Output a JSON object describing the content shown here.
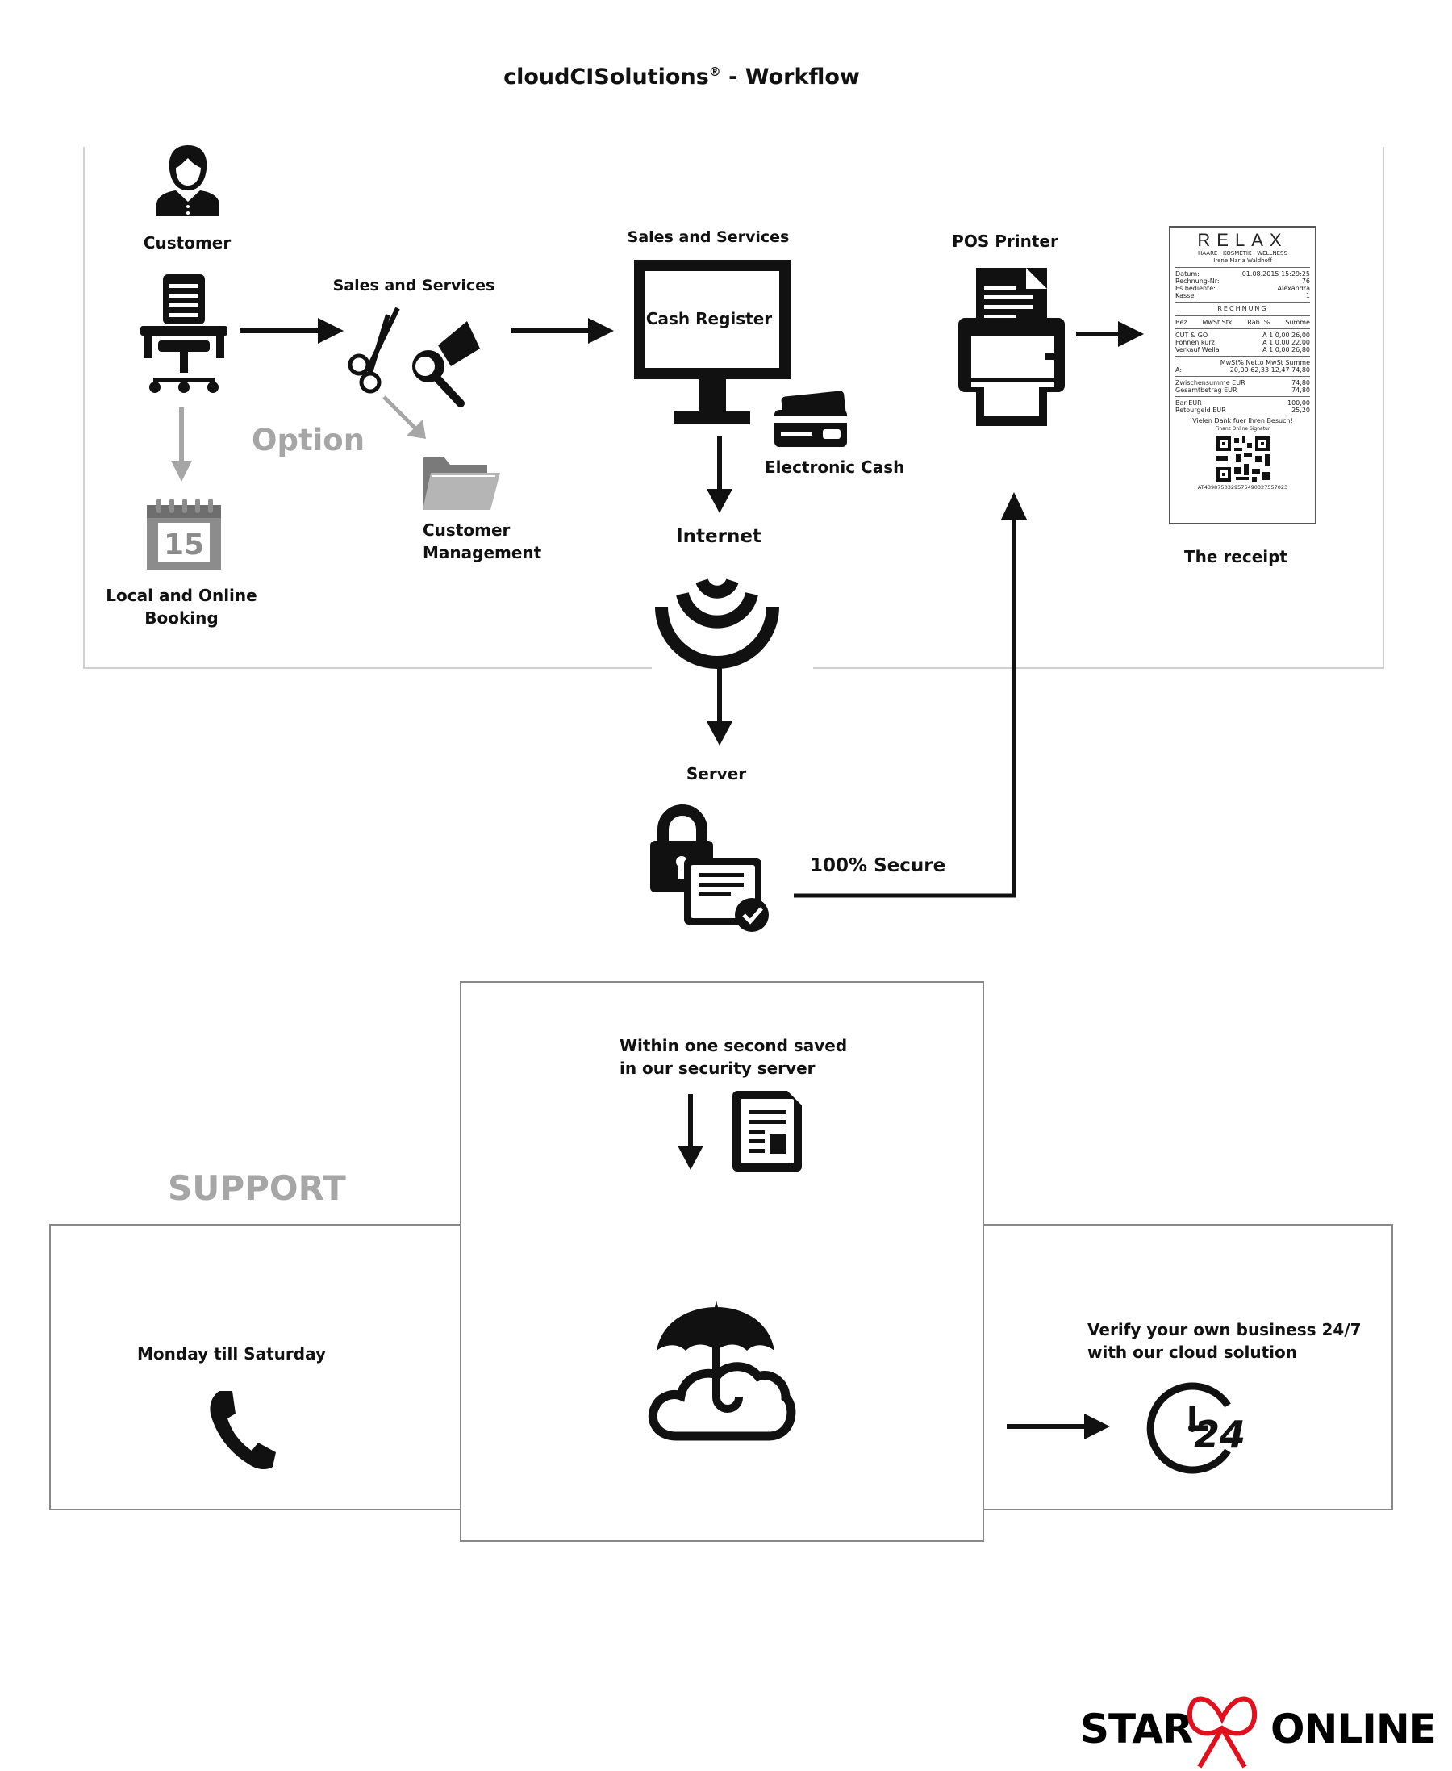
{
  "title": "cloudCISolutions",
  "title_mark": "®",
  "title_suffix": " - Workflow",
  "labels": {
    "customer": "Customer",
    "local_booking_line1": "Local and Online",
    "local_booking_line2": "Booking",
    "option": "Option",
    "sales_services_left": "Sales and Services",
    "customer_mgmt_line1": "Customer",
    "customer_mgmt_line2": "Management",
    "sales_services_top": "Sales and Services",
    "cash_register": "Cash Register",
    "electronic_cash": "Electronic Cash",
    "internet": "Internet",
    "server": "Server",
    "secure": "100% Secure",
    "pos_printer": "POS Printer",
    "the_receipt": "The receipt",
    "saved_line1": "Within one second saved",
    "saved_line2": "in our security server",
    "support": "SUPPORT",
    "monday": "Monday till Saturday",
    "verify_line1": "Verify your own business 24/7",
    "verify_line2": "with our cloud solution",
    "clock_24": "24",
    "calendar_day": "15"
  },
  "receipt": {
    "brand": "RELAX",
    "subtitle1": "HAARE · KOSMETIK · WELLNESS",
    "subtitle2": "Irene Maria Waldhoff",
    "meta": [
      {
        "k": "Datum:",
        "v": "01.08.2015 15:29:25"
      },
      {
        "k": "Rechnung-Nr:",
        "v": "76"
      },
      {
        "k": "Es bediente:",
        "v": "Alexandra"
      },
      {
        "k": "Kasse:",
        "v": "1"
      }
    ],
    "heading": "RECHNUNG",
    "columns": [
      "Bez",
      "MwSt Stk",
      "Rab. %",
      "Summe"
    ],
    "items": [
      {
        "name": "CUT & GO",
        "mwst": "A",
        "stk": "1",
        "rab": "0,00",
        "sum": "26,00"
      },
      {
        "name": "Föhnen kurz",
        "mwst": "A",
        "stk": "1",
        "rab": "0,00",
        "sum": "22,00"
      },
      {
        "name": "Verkauf Wella",
        "mwst": "A",
        "stk": "1",
        "rab": "0,00",
        "sum": "26,80"
      }
    ],
    "tax_header": [
      "MwSt%",
      "Netto",
      "MwSt",
      "Summe"
    ],
    "tax_row": [
      "A:",
      "20,00",
      "62,33",
      "12,47",
      "74,80"
    ],
    "subtotal": {
      "k": "Zwischensumme EUR",
      "v": "74,80"
    },
    "total": {
      "k": "Gesamtbetrag EUR",
      "v": "74,80"
    },
    "cash": {
      "k": "Bar EUR",
      "v": "100,00"
    },
    "change": {
      "k": "Retourgeld EUR",
      "v": "25,20"
    },
    "thanks": "Vielen Dank fuer Ihren Besuch!",
    "signature_label": "Finanz Online Signatur",
    "signature_code": "AT4398750329575490327557023"
  },
  "logo": {
    "left": "STAR",
    "right": "ONLINE"
  },
  "colors": {
    "ink": "#111111",
    "gray_arrow": "#a6a6a6",
    "option_text": "#a6a6a6",
    "box_border": "#8a8a8a",
    "logo_red": "#e0101d"
  }
}
